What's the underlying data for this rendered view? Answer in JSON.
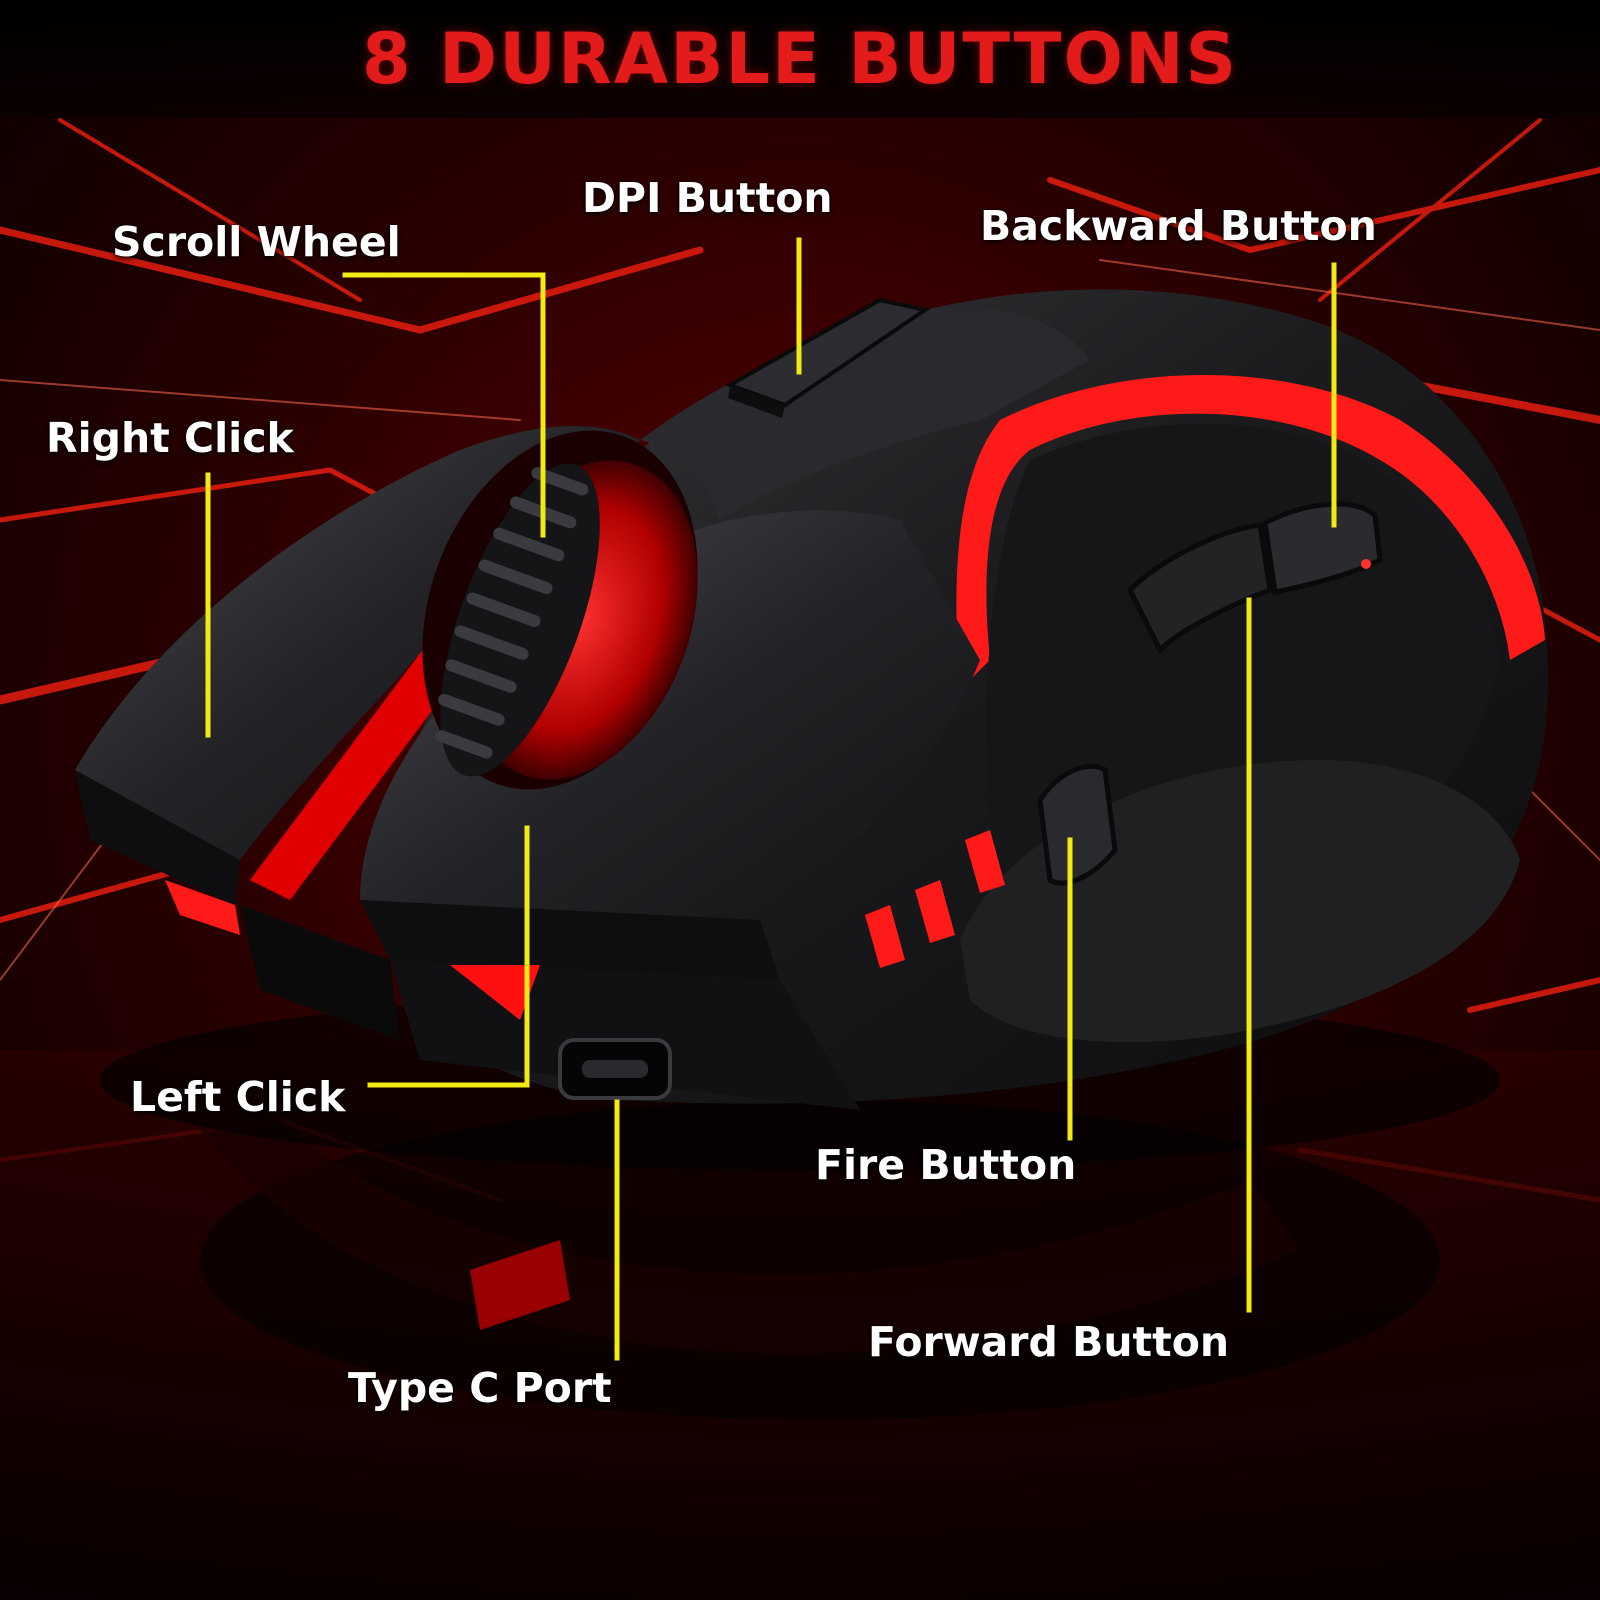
{
  "title": "8 DURABLE BUTTONS",
  "labels": {
    "scroll_wheel": "Scroll Wheel",
    "dpi_button": "DPI Button",
    "backward_button": "Backward Button",
    "right_click": "Right Click",
    "left_click": "Left Click",
    "type_c_port": "Type C Port",
    "fire_button": "Fire Button",
    "forward_button": "Forward Button"
  },
  "colors": {
    "accent": "#e31b1b",
    "leader_line": "#f2ea14",
    "label_text": "#ffffff",
    "background": "#050000",
    "mouse_body": "#1a1a1c"
  },
  "icons": {
    "product": "gaming-mouse-illustration"
  }
}
